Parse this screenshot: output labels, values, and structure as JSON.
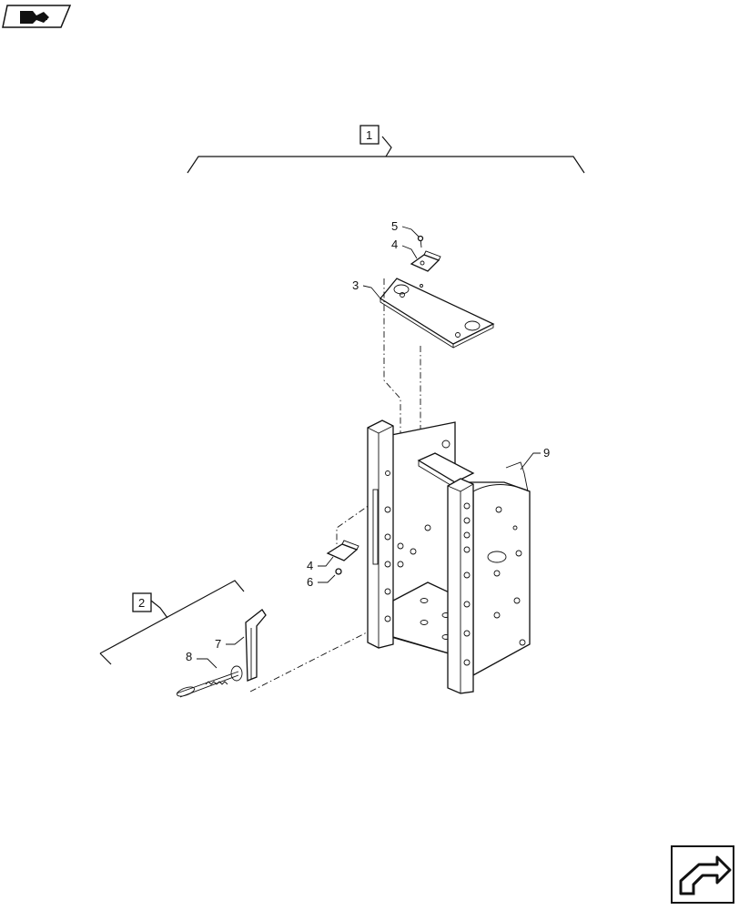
{
  "callouts": {
    "c1": "1",
    "c2": "2",
    "c3": "3",
    "c4a": "4",
    "c4b": "4",
    "c5": "5",
    "c6": "6",
    "c7": "7",
    "c8": "8",
    "c9": "9"
  },
  "icons": {
    "top_left": "back-page-icon",
    "bottom_right": "next-page-arrow-icon"
  }
}
